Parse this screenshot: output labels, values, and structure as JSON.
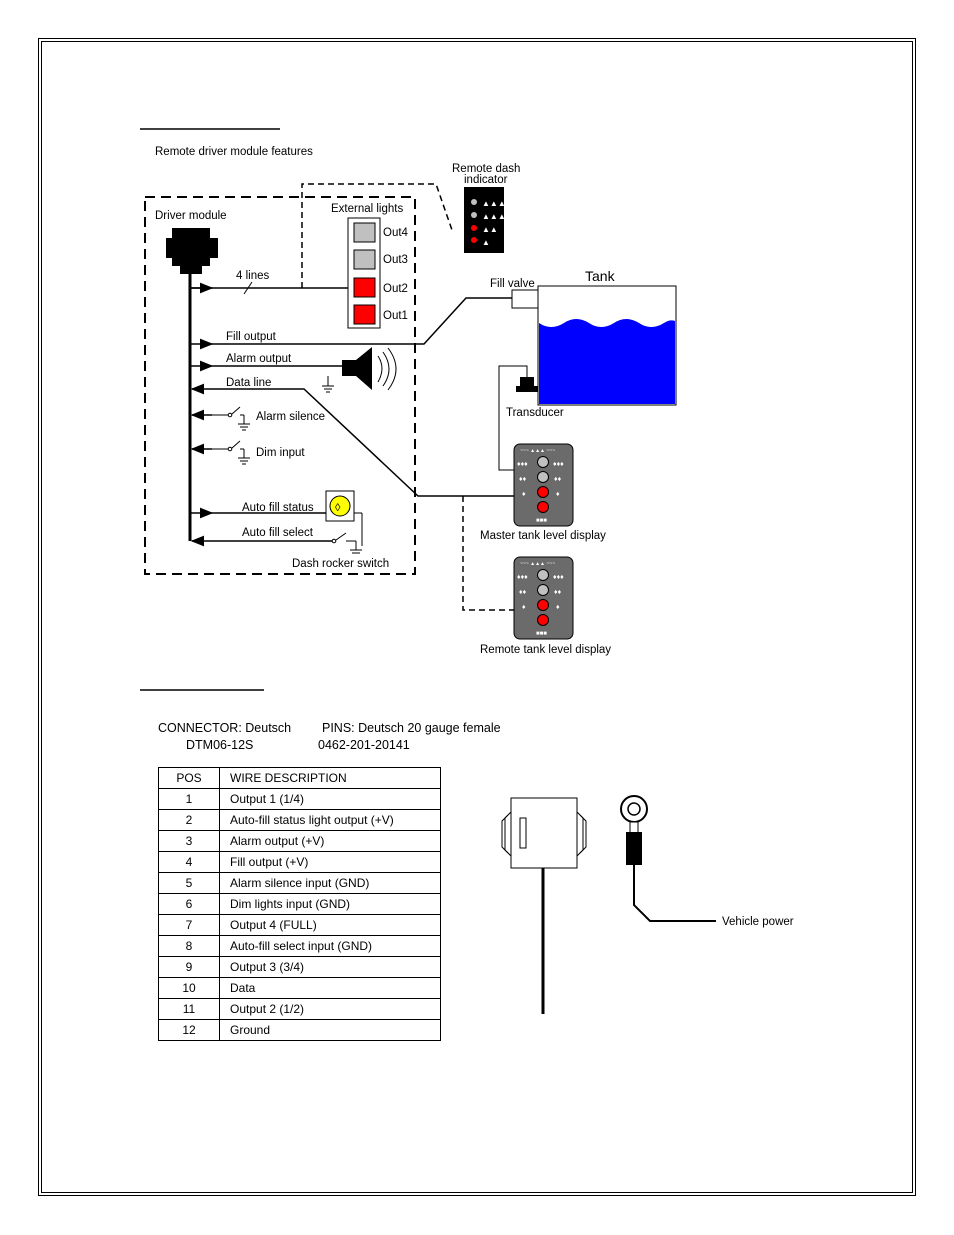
{
  "diagram": {
    "subtitle": "Remote driver module features",
    "driver_module": "Driver module",
    "external_lights": "External lights",
    "outputs": [
      "Out4",
      "Out3",
      "Out2",
      "Out1"
    ],
    "four_lines": "4 lines",
    "remote_dash_indicator": [
      "Remote dash",
      "indicator"
    ],
    "fill_valve": "Fill valve",
    "tank": "Tank",
    "fill_output": "Fill output",
    "alarm_output": "Alarm output",
    "data_line": "Data line",
    "alarm_silence": "Alarm silence",
    "dim_input": "Dim input",
    "auto_fill_status": "Auto fill status",
    "auto_fill_select": "Auto fill select",
    "dash_rocker_switch": "Dash rocker switch",
    "transducer": "Transducer",
    "master_display": "Master tank level display",
    "remote_display": "Remote tank level display",
    "vehicle_power": "Vehicle power",
    "colors": {
      "light_on": "#ff0000",
      "light_off": "#c0c0c0",
      "tank_water": "#0000ff",
      "display_body": "#6b6b6b"
    }
  },
  "connector": {
    "connector_label": "CONNECTOR: Deutsch",
    "connector_part": "DTM06-12S",
    "pins_label": "PINS: Deutsch  20 gauge female",
    "pins_part": "0462-201-20141"
  },
  "table": {
    "headers": [
      "POS",
      "WIRE DESCRIPTION"
    ],
    "rows": [
      [
        "1",
        "Output 1  (1/4)"
      ],
      [
        "2",
        "Auto-fill status light output (+V)"
      ],
      [
        "3",
        "Alarm output (+V)"
      ],
      [
        "4",
        " Fill output (+V)"
      ],
      [
        "5",
        "Alarm silence input (GND)"
      ],
      [
        "6",
        "Dim lights input (GND)"
      ],
      [
        "7",
        " Output 4 (FULL)"
      ],
      [
        "8",
        "Auto-fill select input (GND)"
      ],
      [
        "9",
        "Output 3  (3/4)"
      ],
      [
        "10",
        " Data"
      ],
      [
        "11",
        " Output 2  (1/2)"
      ],
      [
        "12",
        " Ground"
      ]
    ]
  }
}
